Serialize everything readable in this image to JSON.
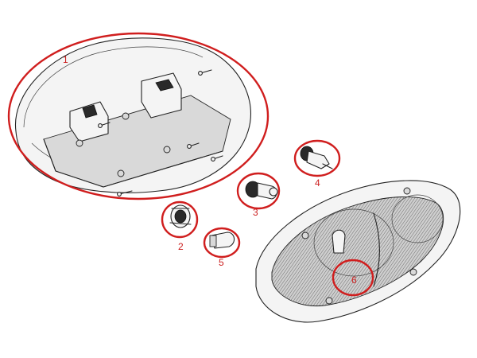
{
  "diagram": {
    "callouts": [
      {
        "id": "part-1",
        "label": "1"
      },
      {
        "id": "part-2",
        "label": "2"
      },
      {
        "id": "part-3",
        "label": "3"
      },
      {
        "id": "part-4",
        "label": "4"
      },
      {
        "id": "part-5",
        "label": "5"
      },
      {
        "id": "part-6",
        "label": "6"
      }
    ]
  },
  "colors": {
    "callout_ring": "#d01e1e",
    "line_art": "#222222",
    "background": "#ffffff"
  }
}
